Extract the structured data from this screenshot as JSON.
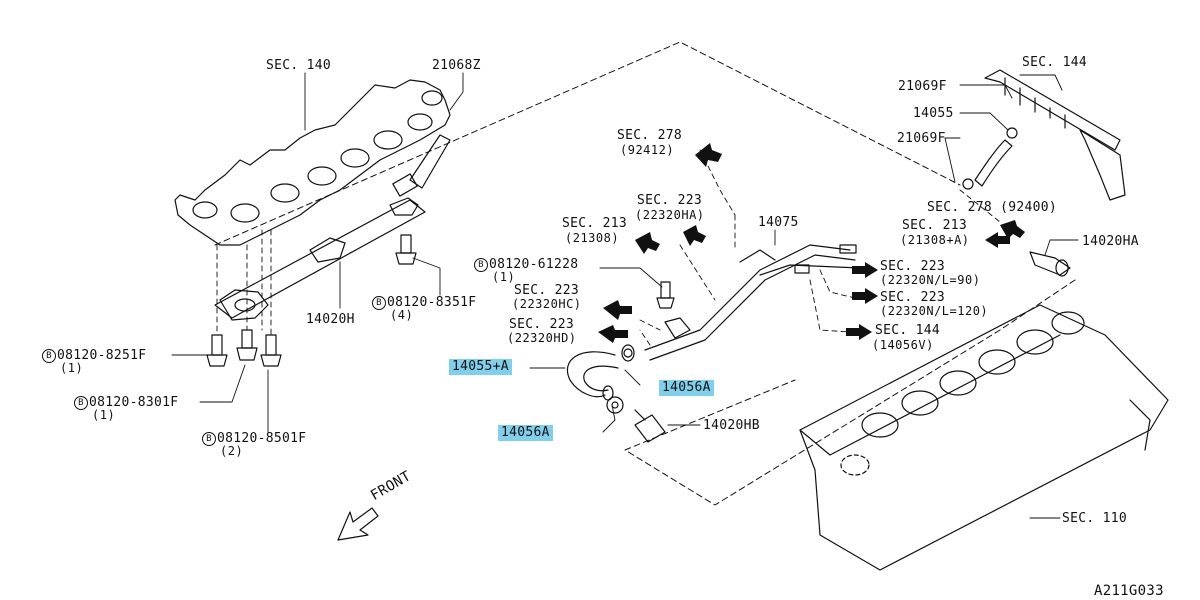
{
  "diagram_id": "A211G033",
  "front_label": "FRONT",
  "bolt_symbol": "B",
  "labels": {
    "sec140": "SEC. 140",
    "p21068z": "21068Z",
    "sec144_top": "SEC. 144",
    "p21069f_a": "21069F",
    "p14055": "14055",
    "p21069f_b": "21069F",
    "sec278_a": "SEC. 278",
    "sec278_a_sub": "(92412)",
    "sec223_a": "SEC. 223",
    "sec223_a_sub": "(22320HA)",
    "p14075": "14075",
    "sec278_b": "SEC. 278 (92400)",
    "sec213_a": "SEC. 213",
    "sec213_a_sub": "(21308)",
    "sec213_b": "SEC. 213",
    "sec213_b_sub": "(21308+A)",
    "p14020ha": "14020HA",
    "bolt_61228": "08120-61228",
    "bolt_61228_qty": "(1)",
    "sec223_b": "SEC. 223",
    "sec223_b_sub": "(22320N/L=90)",
    "sec223_c": "SEC. 223",
    "sec223_c_sub": "(22320HC)",
    "sec223_d": "SEC. 223",
    "sec223_d_sub": "(22320N/L=120)",
    "sec223_e": "SEC. 223",
    "sec223_e_sub": "(22320HD)",
    "sec144_b": "SEC. 144",
    "sec144_b_sub": "(14056V)",
    "bolt_8351f": "08120-8351F",
    "bolt_8351f_qty": "(4)",
    "p14020h": "14020H",
    "bolt_8251f": "08120-8251F",
    "bolt_8251f_qty": "(1)",
    "p14055a": "14055+A",
    "p14056a_1": "14056A",
    "bolt_8301f": "08120-8301F",
    "bolt_8301f_qty": "(1)",
    "p14056a_2": "14056A",
    "p14020hb": "14020HB",
    "bolt_8501f": "08120-8501F",
    "bolt_8501f_qty": "(2)",
    "sec110": "SEC. 110"
  },
  "colors": {
    "highlight": "#7fd0ec",
    "line": "#111111"
  }
}
